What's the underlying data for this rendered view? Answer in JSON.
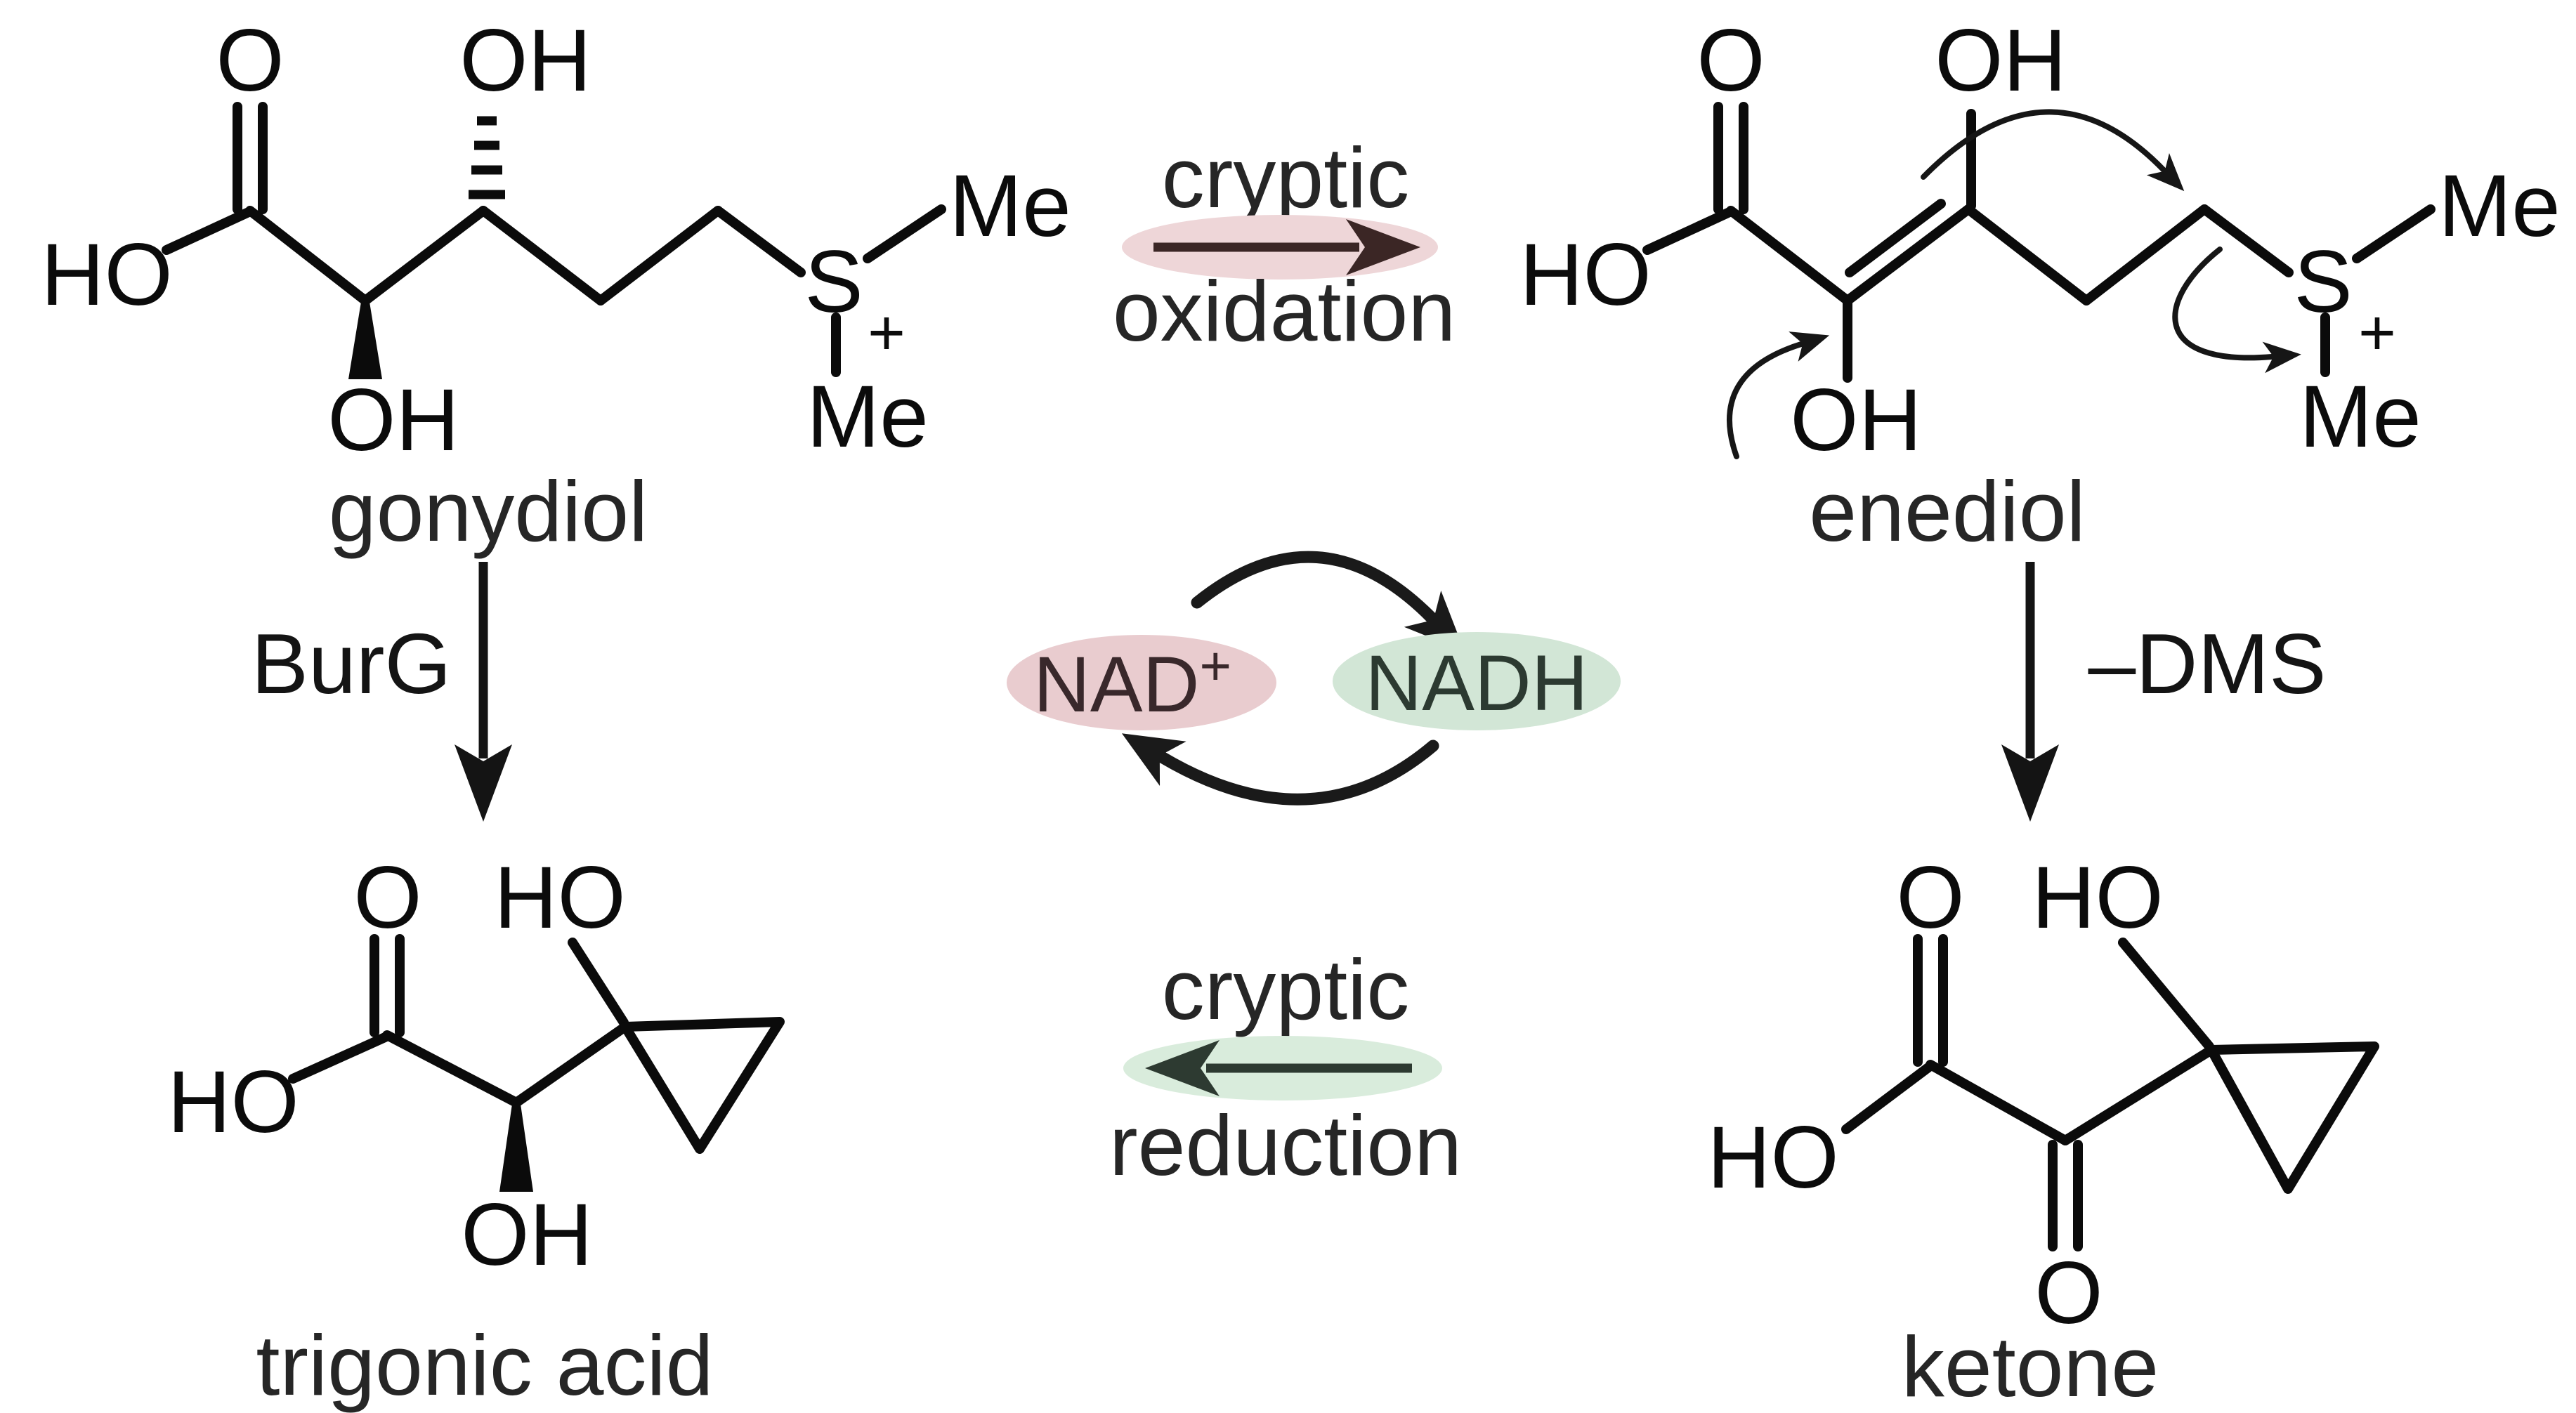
{
  "molecules": {
    "gonydiol": {
      "name": "gonydiol",
      "atoms": {
        "carbonyl_o": "O",
        "top_oh": "OH",
        "acid_ho": "HO",
        "bottom_oh": "OH",
        "sulfur": "S",
        "s_charge": "+",
        "me_top": "Me",
        "me_bottom": "Me"
      }
    },
    "enediol": {
      "name": "enediol",
      "atoms": {
        "carbonyl_o": "O",
        "top_oh": "OH",
        "acid_ho": "HO",
        "bottom_oh": "OH",
        "sulfur": "S",
        "s_charge": "+",
        "me_top": "Me",
        "me_bottom": "Me"
      }
    },
    "trigonic_acid": {
      "name": "trigonic acid",
      "atoms": {
        "carbonyl_o": "O",
        "top_ho": "HO",
        "acid_ho": "HO",
        "bottom_oh": "OH"
      }
    },
    "ketone": {
      "name": "ketone",
      "atoms": {
        "carbonyl_o": "O",
        "top_ho": "HO",
        "acid_ho": "HO",
        "ketone_o": "O"
      }
    }
  },
  "reactions": {
    "oxidation": {
      "line1": "cryptic",
      "line2": "oxidation"
    },
    "reduction": {
      "line1": "cryptic",
      "line2": "reduction"
    },
    "burg": {
      "label": "BurG"
    },
    "dms": {
      "label": "–DMS"
    }
  },
  "cofactor_cycle": {
    "nad": {
      "label": "NAD",
      "charge": "+"
    },
    "nadh": {
      "label": "NADH"
    }
  },
  "colors": {
    "oxidation_highlight": "#eed6d8",
    "reduction_highlight": "#d9ecdc",
    "nad_highlight": "#e9cccf",
    "nadh_highlight": "#d2e6d6",
    "oxidation_arrow": "#3b2625",
    "reduction_arrow": "#2d3a31",
    "nad_text": "#39282b",
    "nadh_text": "#2c3a31"
  }
}
